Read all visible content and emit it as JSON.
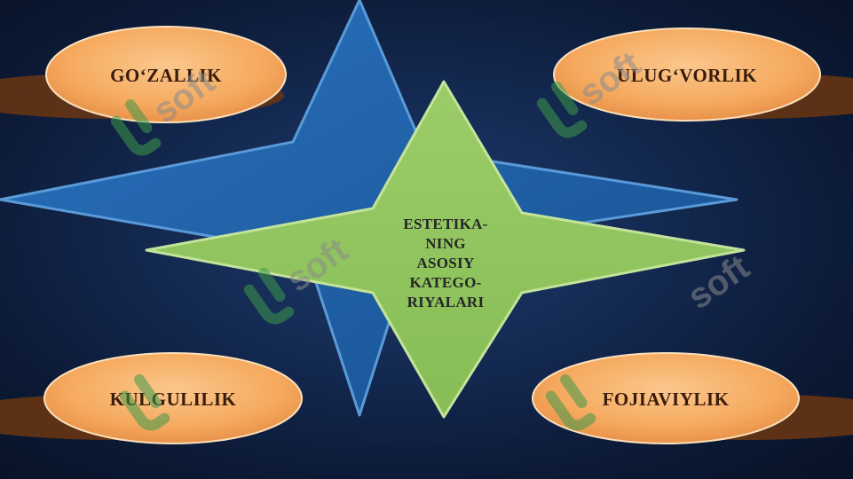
{
  "diagram": {
    "center": {
      "lines": [
        "ESTETIKA-",
        "NING",
        "ASOSIY",
        "KATEGO-",
        "RIYALARI"
      ]
    },
    "categories": {
      "top_left": "GO‘ZALLIK",
      "top_right": "ULUG‘VORLIK",
      "bottom_left": "KULGULILIK",
      "bottom_right": "FOJIAVIYLIK"
    }
  },
  "watermark": {
    "text": "soft"
  },
  "colors": {
    "background": "#142a52",
    "blue_star_fill": "#1d5fa8",
    "blue_star_stroke": "#5a9ad8",
    "green_star_fill": "#8cc35a",
    "green_star_stroke": "#c4e39a",
    "oval_fill": "#f5a95e",
    "oval_shadow": "#8a4a1c",
    "watermark_green": "#3f9a4a",
    "watermark_gray": "#7a7a7a"
  }
}
